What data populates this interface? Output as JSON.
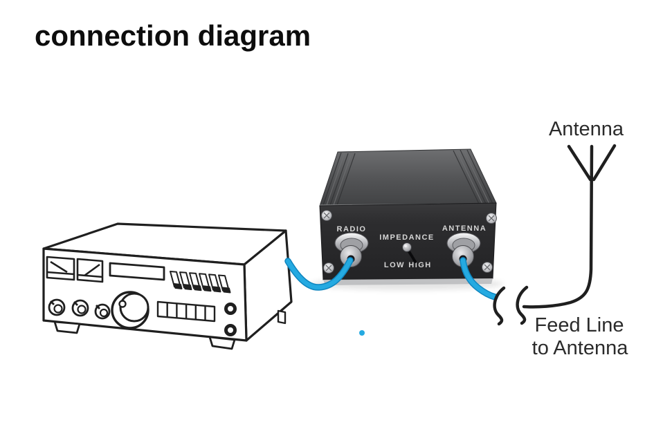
{
  "title": "connection diagram",
  "colors": {
    "cable_blue": "#25aae1",
    "cable_blue_dark": "#0f85bf",
    "line_art": "#1f1f1f",
    "box_front": "#2d2d2f",
    "box_top": "#58595b",
    "panel_text": "#d6d6d6",
    "annotation_text": "#2b2b2b"
  },
  "tuner": {
    "radio_port_label": "RADIO",
    "impedance_label": "IMPEDANCE",
    "antenna_port_label": "ANTENNA",
    "impedance_low_label": "LOW",
    "impedance_high_label": "HIGH"
  },
  "annotations": {
    "antenna_label": "Antenna",
    "feed_line_line1": "Feed Line",
    "feed_line_line2": "to Antenna"
  }
}
